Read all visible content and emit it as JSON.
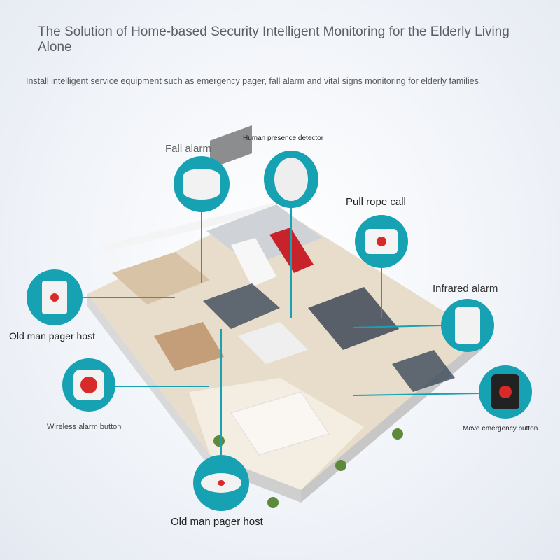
{
  "header": {
    "title": "The Solution of Home-based Security Intelligent Monitoring for the Elderly Living Alone",
    "subtitle": "Install intelligent service equipment such as emergency pager, fall alarm and vital signs monitoring for elderly families"
  },
  "devices": {
    "fall_alarm": "Fall alarm",
    "human_presence": "Human presence detector",
    "pull_rope": "Pull rope call",
    "infrared": "Infrared alarm",
    "pager_host_left": "Old man pager host",
    "wireless_button": "Wireless alarm button",
    "move_emergency": "Move emergency button",
    "pager_host_bottom": "Old man pager host"
  },
  "colors": {
    "accent": "#17a2b4",
    "alarm_red": "#d92a2a"
  }
}
